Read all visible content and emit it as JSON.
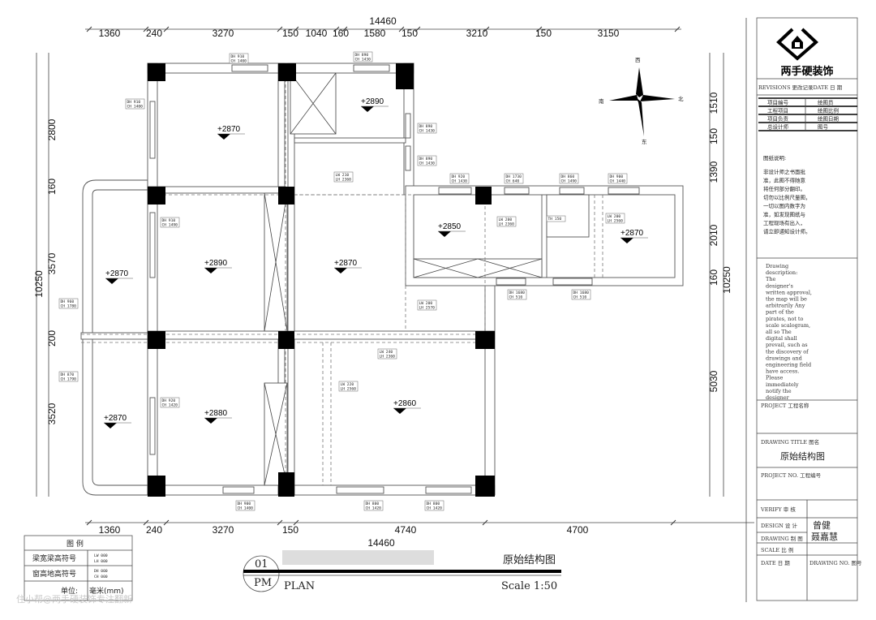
{
  "dimensions": {
    "top_total": "14460",
    "top": [
      "1360",
      "240",
      "3270",
      "150",
      "1040",
      "160",
      "1580",
      "150",
      "3210",
      "150",
      "3150"
    ],
    "bottom_total": "14460",
    "bottom": [
      "1360",
      "240",
      "3270",
      "150",
      "4740",
      "4700"
    ],
    "left_total": "10250",
    "left": [
      "2800",
      "160",
      "3570",
      "200",
      "3520"
    ],
    "right_total": "10250",
    "right": [
      "1510",
      "150",
      "1390",
      "2010",
      "160",
      "5030"
    ]
  },
  "elevations": [
    "+2870",
    "+2890",
    "+2850",
    "+2870",
    "+2890",
    "+2870",
    "+2870",
    "+2880",
    "+2860",
    "+2870"
  ],
  "tags": [
    [
      "DH 910",
      "CH 1400"
    ],
    [
      "DH 890",
      "CH 1430"
    ],
    [
      "DH 910",
      "CH 1400"
    ],
    [
      "DH 890",
      "CH 1430"
    ],
    [
      "DH 890",
      "CH 1430"
    ],
    [
      "LW 210",
      "LH 2360"
    ],
    [
      "DH 920",
      "CH 1430"
    ],
    [
      "DH 1730",
      "CH 640"
    ],
    [
      "DH 860",
      "CH 1490"
    ],
    [
      "DH 900",
      "CH 1440"
    ],
    [
      "DH 910",
      "CH 1490"
    ],
    [
      "LW 200",
      "LH 2360"
    ],
    [
      "TH 150",
      ""
    ],
    [
      "LW 200",
      "LH 2560"
    ],
    [
      "DH 1680",
      "CH 510"
    ],
    [
      "DH 1680",
      "CH 510"
    ],
    [
      "DH 960",
      "CH 1780"
    ],
    [
      "LW 200",
      "LH 2570"
    ],
    [
      "LW 240",
      "LH 2360"
    ],
    [
      "DH 870",
      "CH 1790"
    ],
    [
      "LW 220",
      "LH 2560"
    ],
    [
      "DH 920",
      "CH 1420"
    ],
    [
      "DH 900",
      "CH 1400"
    ],
    [
      "DH 800",
      "CH 1420"
    ],
    [
      "DH 800",
      "CH 1420"
    ]
  ],
  "compass": {
    "top": "西",
    "right": "北",
    "left": "南",
    "bottom": "东"
  },
  "title_block": {
    "company": "两手硬装饰",
    "revisions": "REVISIONS  更改记录DATE  日 期",
    "info_rows": [
      [
        "项目编号",
        "绘图员"
      ],
      [
        "工程项目",
        "绘图比例"
      ],
      [
        "项目负责",
        "绘图日期"
      ],
      [
        "总设计师",
        "图号"
      ]
    ],
    "notes_title": "图纸说明:",
    "notes_cn": [
      "非设计师之书面批",
      "准，此图不得随意",
      "将任何部分翻印。",
      "切勿以比例尺量图，",
      "一切以图内数字为",
      "准，如发现图纸与",
      "工程现场有出入，",
      "请立即通知设计师。"
    ],
    "notes_en": [
      "Drawing",
      "description:",
      "    The",
      "designer's",
      "written approval,",
      "the map will be",
      "arbitrarily Any",
      "part of the",
      "pirates, not to",
      "scale scalogram,",
      "all so The",
      "digital shall",
      "prevail, such as",
      "the discovery of",
      "drawings and",
      "engineering field",
      "have access.",
      "Please",
      "immediately",
      "notify the",
      "designer"
    ],
    "project_label": "PROJECT     工程名称",
    "drawing_title_label": "DRAWING TITLE  图名",
    "drawing_title": "原始结构图",
    "project_no_label": "PROJECT NO.   工程编号",
    "verify_label": "VERIFY  审  核",
    "design_label": "DESIGN  设  计",
    "drawing_label": "DRAWING 制  图",
    "scale_label": "SCALE   比  例",
    "date_label": "DATE    日  期",
    "drawing_no_label": "DRAWING NO. 图号",
    "designer": "曾健",
    "drafter": "聂嘉慧"
  },
  "legend": {
    "title": "图 例",
    "rows": [
      [
        "梁宽梁高符号",
        "LW 000",
        "LH 000"
      ],
      [
        "窗高地高符号",
        "DH 000",
        "CH 000"
      ]
    ],
    "unit_label": "单位:",
    "unit_value": "毫米(mm)"
  },
  "title_bar": {
    "number": "01",
    "code": "PM",
    "title": "原始结构图",
    "subtitle": "PLAN",
    "scale": "Scale 1:50"
  },
  "watermark": "住小帮@两手硬装饰专注翻新"
}
